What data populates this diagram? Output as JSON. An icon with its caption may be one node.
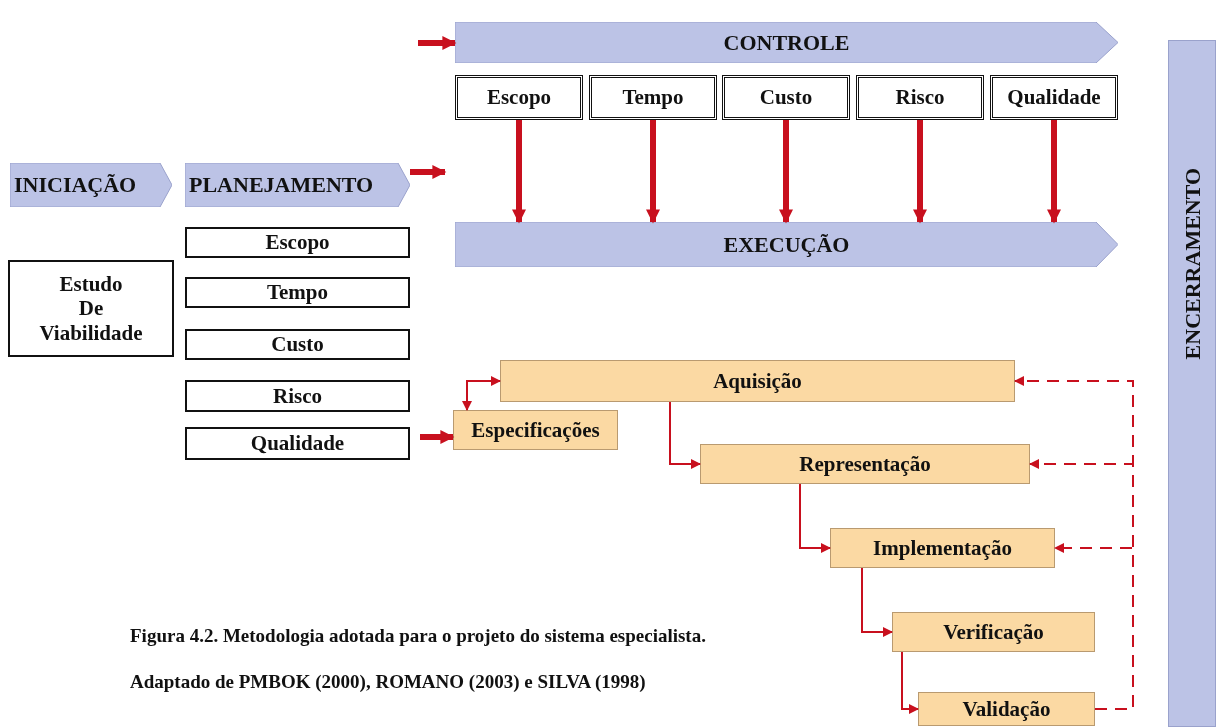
{
  "diagram": {
    "caption": "Figura 4.2. Metodologia adotada para o projeto do sistema especialista.",
    "nodes": [
      {
        "text": [
          "INICIAÇÃO"
        ]
      },
      {
        "text": [
          "PLANEJAMENTO"
        ]
      },
      {
        "text": [
          "CONTROLE"
        ]
      },
      {
        "text": [
          "Escopo"
        ]
      },
      {
        "text": [
          "Tempo"
        ]
      },
      {
        "text": [
          "Custo"
        ]
      },
      {
        "text": [
          "Risco"
        ]
      },
      {
        "text": [
          "Qualidade"
        ]
      },
      {
        "text": [
          "EXECUÇÃO"
        ]
      },
      {
        "text": [
          "ENCERRAMENTO"
        ]
      },
      {
        "text": [
          "Escopo"
        ]
      },
      {
        "text": [
          "Tempo"
        ]
      },
      {
        "text": [
          "Custo"
        ]
      },
      {
        "text": [
          "Risco"
        ]
      },
      {
        "text": [
          "Qualidade"
        ]
      },
      {
        "text": [
          "Estudo De Viabilidade"
        ]
      },
      {
        "text": [
          "Especificações"
        ]
      },
      {
        "text": [
          "Aquisição"
        ]
      },
      {
        "text": [
          "Representação"
        ]
      },
      {
        "text": [
          "Implementação"
        ]
      },
      {
        "text": [
          "Verificação"
        ]
      },
      {
        "text": [
          "Validação"
        ]
      }
    ],
    "edges": [
      {
        "from": null,
        "to": 2,
        "arrow": "to",
        "style": "thick"
      },
      {
        "from": 1,
        "to": null,
        "arrow": "to",
        "style": "thick"
      },
      {
        "from": 3,
        "to": 8,
        "arrow": "to",
        "style": "thick"
      },
      {
        "from": 4,
        "to": 8,
        "arrow": "to",
        "style": "thick"
      },
      {
        "from": 5,
        "to": 8,
        "arrow": "to",
        "style": "thick"
      },
      {
        "from": 6,
        "to": 8,
        "arrow": "to",
        "style": "thick"
      },
      {
        "from": 7,
        "to": 8,
        "arrow": "to",
        "style": "thick"
      },
      {
        "from": 14,
        "to": 16,
        "arrow": "to",
        "style": "thick"
      },
      {
        "from": 16,
        "to": 17,
        "arrow": "both"
      },
      {
        "from": 17,
        "to": 18,
        "arrow": "to"
      },
      {
        "from": 18,
        "to": 19,
        "arrow": "to"
      },
      {
        "from": 19,
        "to": 20,
        "arrow": "to"
      },
      {
        "from": 20,
        "to": 21,
        "arrow": "to"
      },
      {
        "from": 21,
        "to": 17,
        "arrow": "to",
        "style": "dashed"
      },
      {
        "from": 21,
        "to": 18,
        "arrow": "to",
        "style": "dashed"
      },
      {
        "from": 21,
        "to": 19,
        "arrow": "to",
        "style": "dashed"
      }
    ],
    "labels": [
      "Adaptado de PMBOK (2000), ROMANO (2003) e SILVA (1998)"
    ]
  }
}
